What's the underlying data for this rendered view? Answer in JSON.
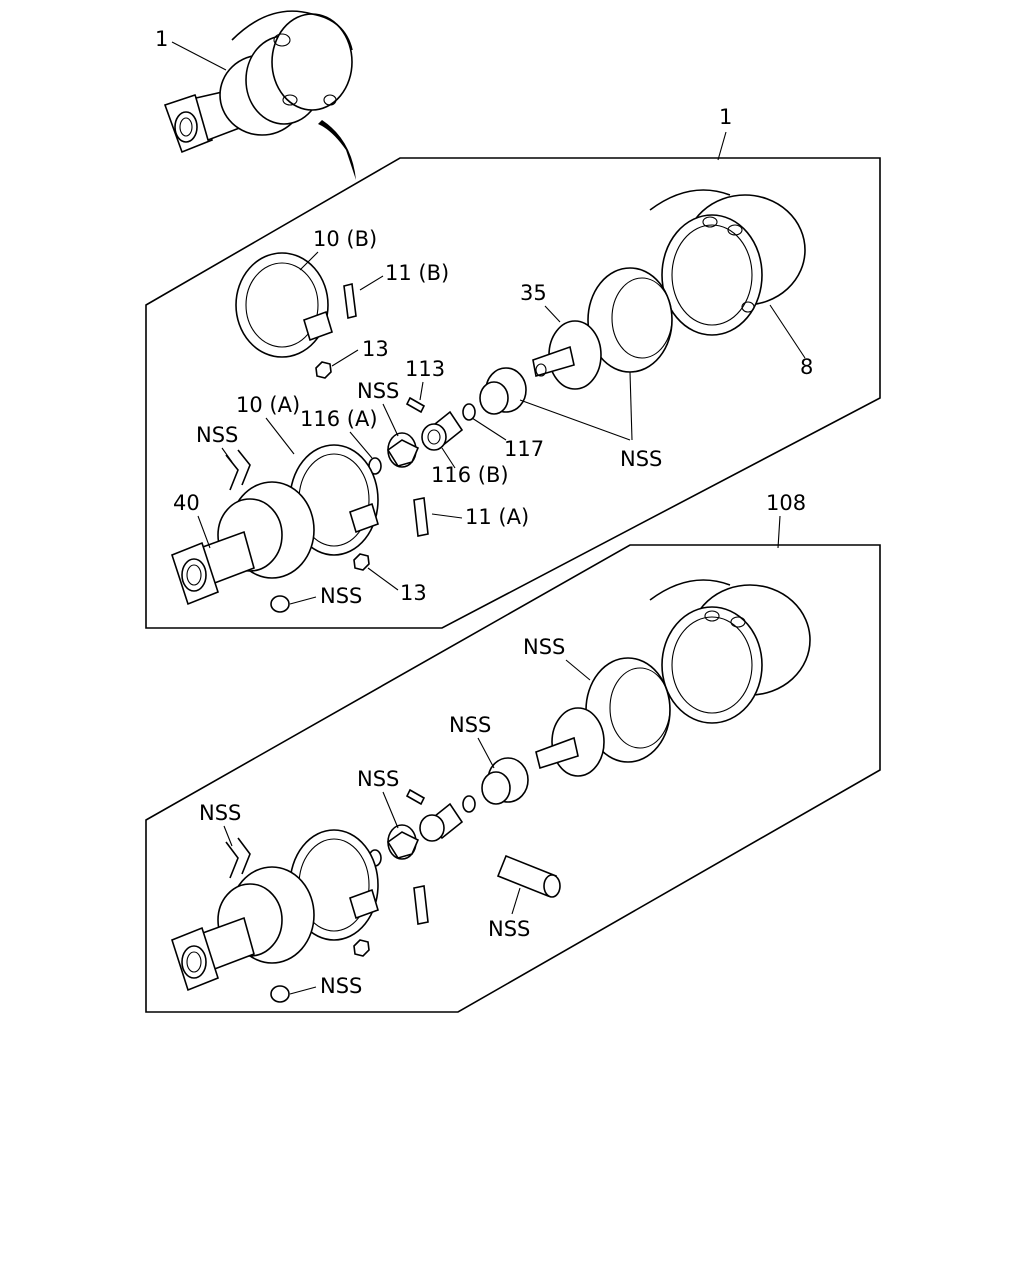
{
  "diagram": {
    "top_view": {
      "callout": "1"
    },
    "panel_1": {
      "callout": "1",
      "labels": {
        "p10b": "10 (B)",
        "p11b": "11 (B)",
        "p13a": "13",
        "p35": "35",
        "p8": "8",
        "p113": "113",
        "nss1": "NSS",
        "p10a": "10 (A)",
        "p116a": "116 (A)",
        "nss2": "NSS",
        "p116b": "116 (B)",
        "p117": "117",
        "nss3": "NSS",
        "p40": "40",
        "p11a": "11 (A)",
        "p13b": "13",
        "nss4": "NSS"
      }
    },
    "panel_108": {
      "callout": "108",
      "labels": {
        "nss_a": "NSS",
        "nss_b": "NSS",
        "nss_c": "NSS",
        "nss_d": "NSS",
        "nss_e": "NSS",
        "nss_f": "NSS"
      }
    }
  }
}
